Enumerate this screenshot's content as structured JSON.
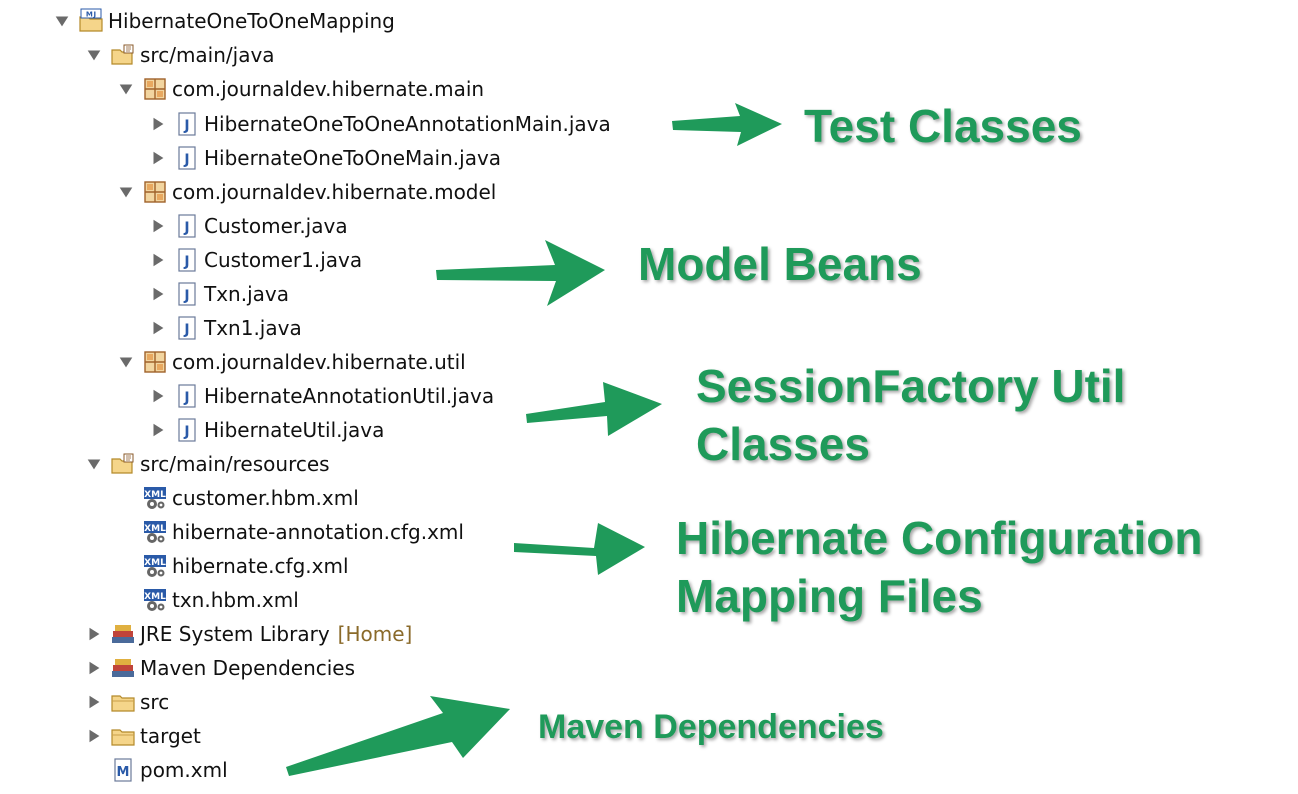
{
  "tree": {
    "project": {
      "label": "HibernateOneToOneMapping"
    },
    "src_main_java": {
      "label": "src/main/java"
    },
    "pkg_main": {
      "label": "com.journaldev.hibernate.main"
    },
    "file_annotation_main": {
      "label": "HibernateOneToOneAnnotationMain.java"
    },
    "file_main": {
      "label": "HibernateOneToOneMain.java"
    },
    "pkg_model": {
      "label": "com.journaldev.hibernate.model"
    },
    "file_customer": {
      "label": "Customer.java"
    },
    "file_customer1": {
      "label": "Customer1.java"
    },
    "file_txn": {
      "label": "Txn.java"
    },
    "file_txn1": {
      "label": "Txn1.java"
    },
    "pkg_util": {
      "label": "com.journaldev.hibernate.util"
    },
    "file_annotation_util": {
      "label": "HibernateAnnotationUtil.java"
    },
    "file_util": {
      "label": "HibernateUtil.java"
    },
    "src_main_resources": {
      "label": "src/main/resources"
    },
    "xml_customer": {
      "label": "customer.hbm.xml"
    },
    "xml_annotation_cfg": {
      "label": "hibernate-annotation.cfg.xml"
    },
    "xml_cfg": {
      "label": "hibernate.cfg.xml"
    },
    "xml_txn": {
      "label": "txn.hbm.xml"
    },
    "jre": {
      "label": "JRE System Library",
      "decoration": "[Home]"
    },
    "maven_deps": {
      "label": "Maven Dependencies"
    },
    "src": {
      "label": "src"
    },
    "target": {
      "label": "target"
    },
    "pom": {
      "label": "pom.xml"
    }
  },
  "annotations": {
    "test_classes": "Test Classes",
    "model_beans": "Model Beans",
    "session_factory_line1": "SessionFactory Util",
    "session_factory_line2": "Classes",
    "hibernate_config_line1": "Hibernate Configuration",
    "hibernate_config_line2": "Mapping Files",
    "maven_dependencies": "Maven Dependencies"
  },
  "colors": {
    "annotation_green": "#1f9a5a",
    "decoration_brown": "#8a6a2a"
  }
}
